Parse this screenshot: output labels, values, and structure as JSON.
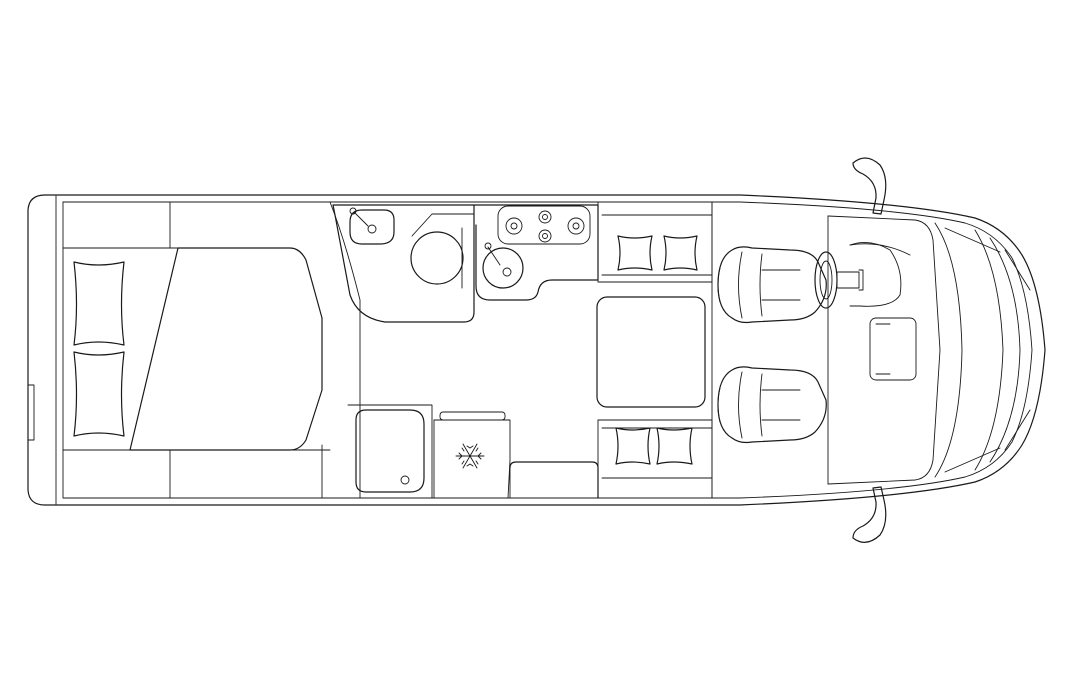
{
  "diagram": {
    "kind": "motorhome-floor-plan",
    "style": "line-drawing",
    "colors": {
      "line": "#1a1a1a",
      "background": "#ffffff"
    },
    "zones": [
      {
        "name": "rear-bed",
        "pillows": 2
      },
      {
        "name": "washroom",
        "fixtures": [
          "wash-basin",
          "toilet"
        ]
      },
      {
        "name": "kitchen",
        "fixtures": [
          "3-burner-hob",
          "sink",
          "fridge",
          "counter"
        ]
      },
      {
        "name": "shower"
      },
      {
        "name": "lounge",
        "fixtures": [
          "table",
          "bench-left",
          "bench-right"
        ],
        "cushions": 4
      },
      {
        "name": "cab",
        "fixtures": [
          "driver-seat",
          "passenger-seat",
          "steering-wheel",
          "dashboard",
          "mirrors"
        ]
      }
    ],
    "icons": [
      "snowflake-icon",
      "hob-icon",
      "steering-wheel-icon"
    ]
  }
}
